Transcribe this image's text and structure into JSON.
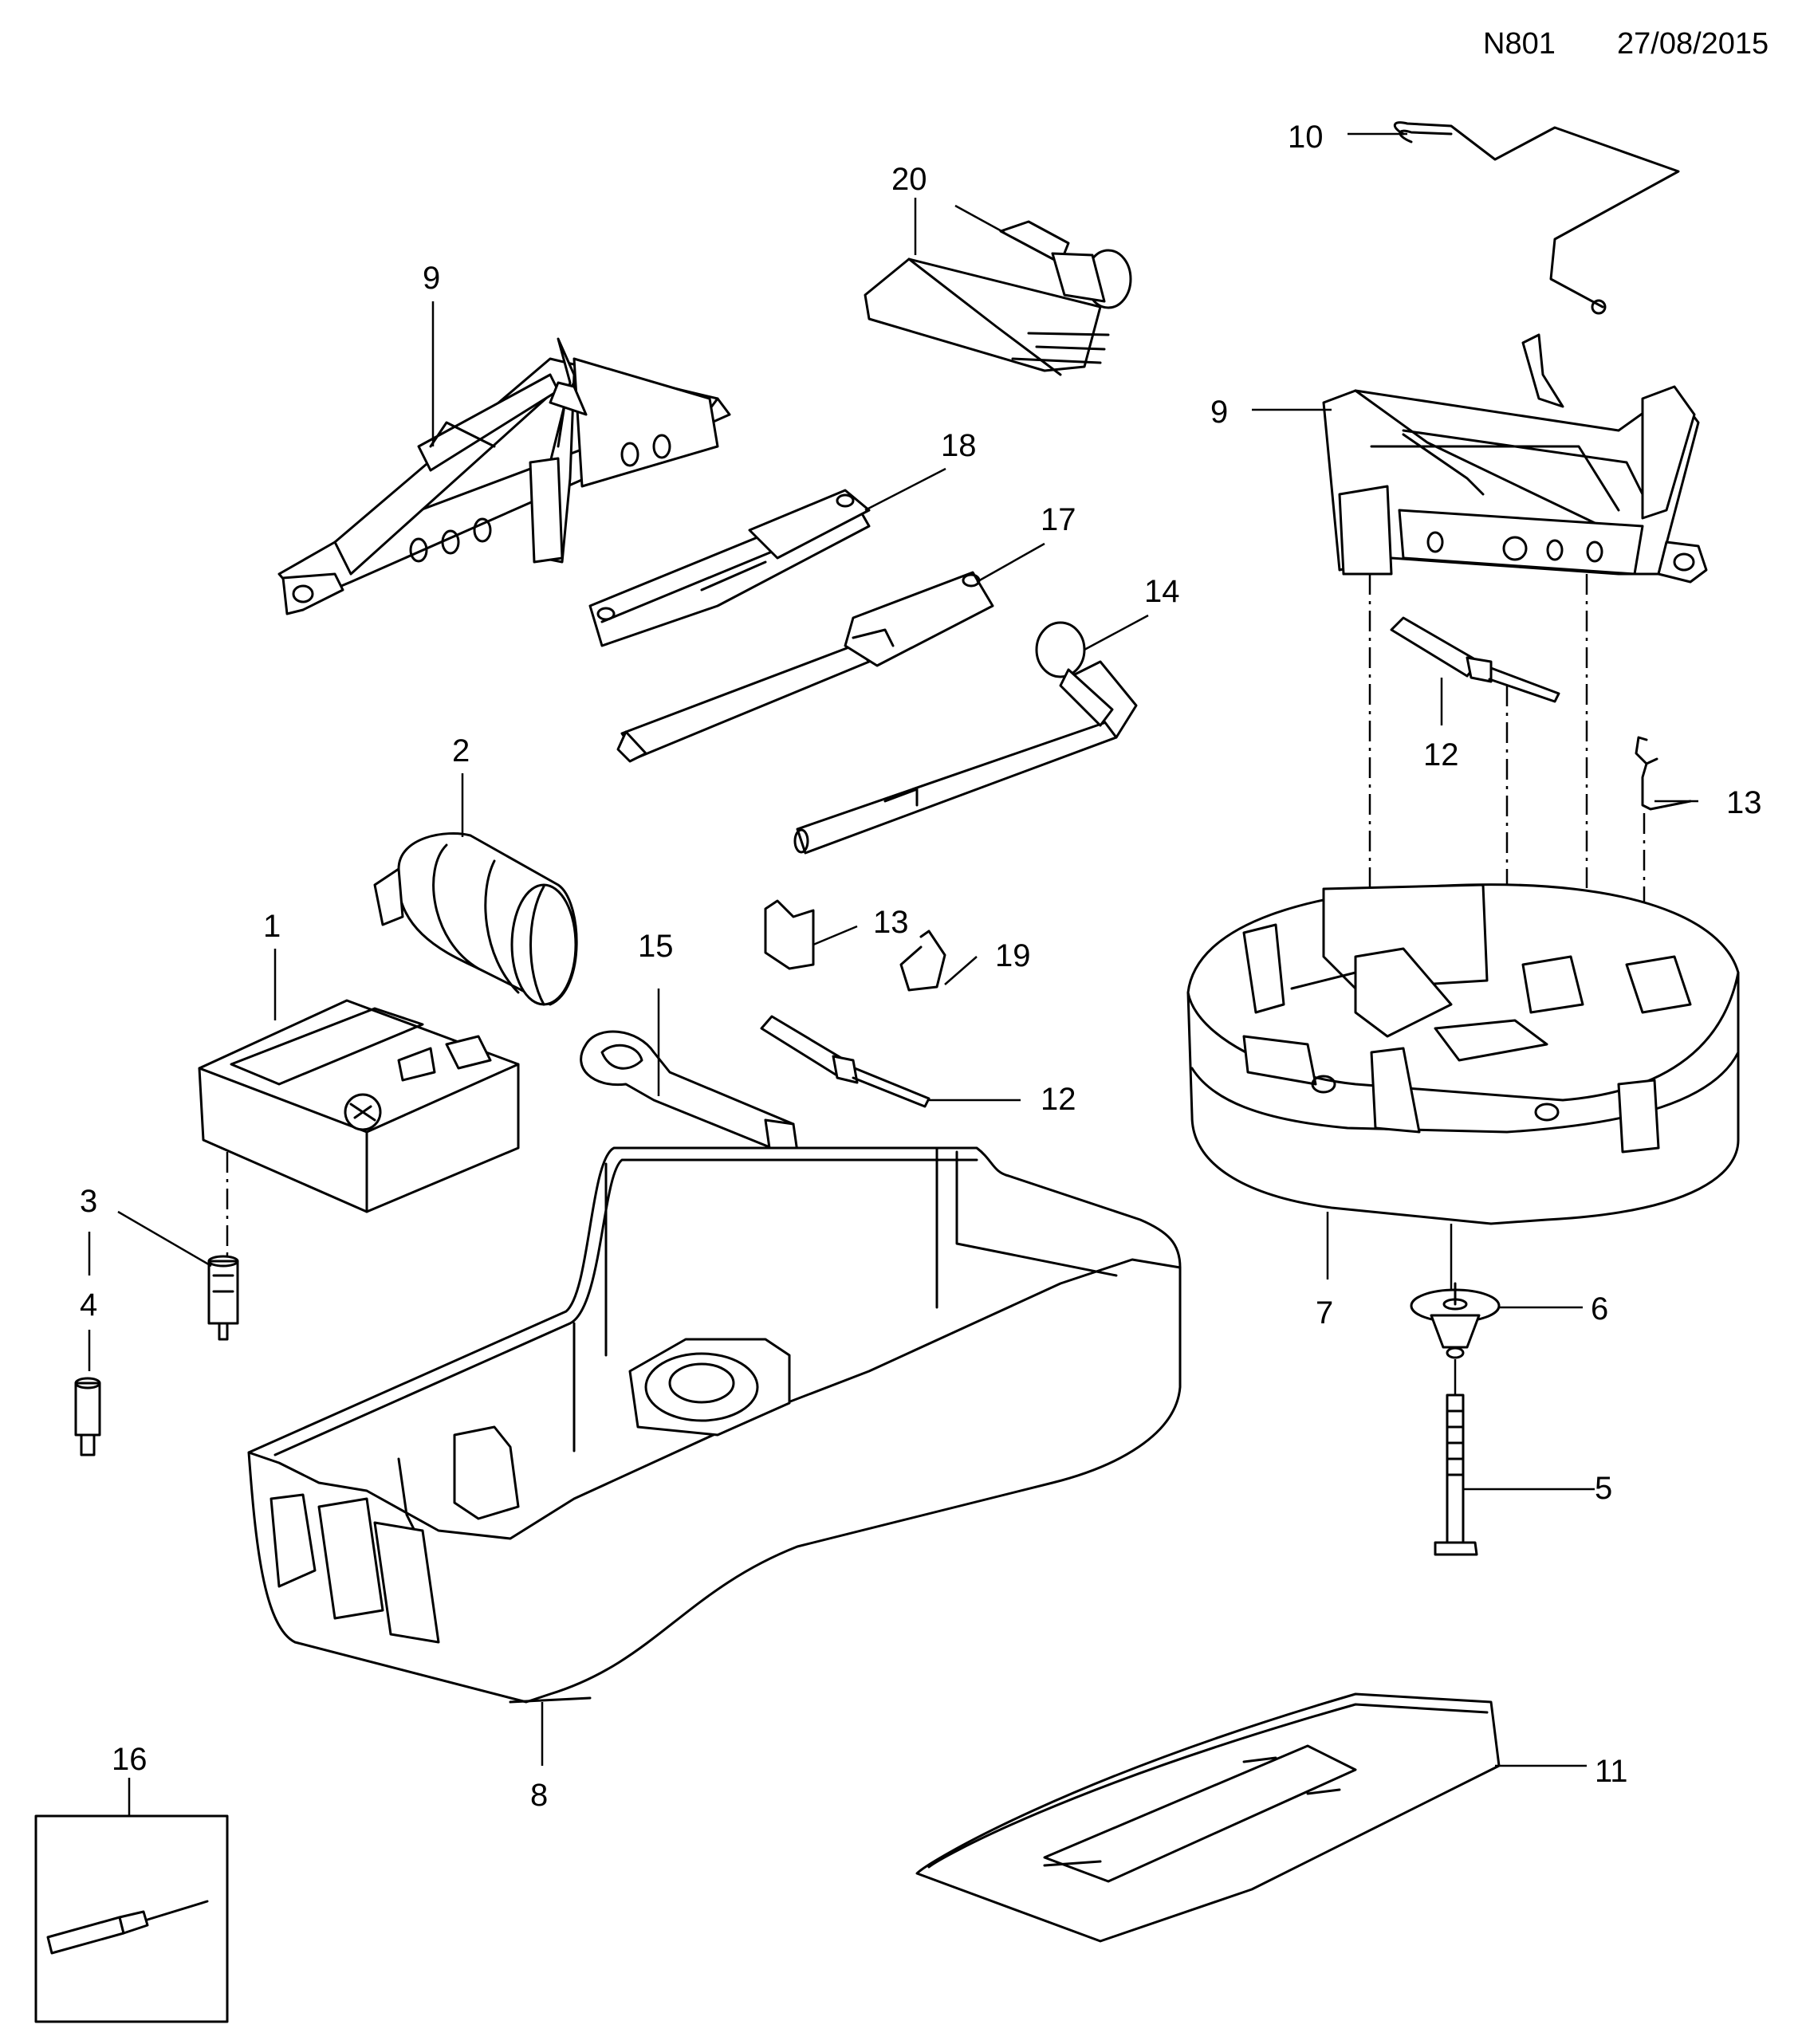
{
  "header": {
    "code": "N801",
    "date": "27/08/2015"
  },
  "callouts": {
    "c1": "1",
    "c2": "2",
    "c3": "3",
    "c4": "4",
    "c5": "5",
    "c6": "6",
    "c7": "7",
    "c8": "8",
    "c9a": "9",
    "c9b": "9",
    "c10": "10",
    "c11": "11",
    "c12a": "12",
    "c12b": "12",
    "c13a": "13",
    "c13b": "13",
    "c14": "14",
    "c15": "15",
    "c16": "16",
    "c17": "17",
    "c18": "18",
    "c19": "19",
    "c20": "20"
  },
  "parts": [
    {
      "ref": "1",
      "icon": "compressor-icon"
    },
    {
      "ref": "2",
      "icon": "sealant-bottle-icon"
    },
    {
      "ref": "3",
      "icon": "valve-adapter-icon"
    },
    {
      "ref": "4",
      "icon": "valve-cap-icon"
    },
    {
      "ref": "5",
      "icon": "bolt-icon"
    },
    {
      "ref": "6",
      "icon": "clamp-disc-icon"
    },
    {
      "ref": "7",
      "icon": "foam-insert-round-icon"
    },
    {
      "ref": "8",
      "icon": "storage-tray-icon"
    },
    {
      "ref": "9",
      "icon": "scissor-jack-icon"
    },
    {
      "ref": "10",
      "icon": "jack-crank-icon"
    },
    {
      "ref": "11",
      "icon": "floor-mat-icon"
    },
    {
      "ref": "12",
      "icon": "screwdriver-icon"
    },
    {
      "ref": "13",
      "icon": "retaining-clip-icon"
    },
    {
      "ref": "14",
      "icon": "wheel-wrench-icon"
    },
    {
      "ref": "15",
      "icon": "towing-eye-icon"
    },
    {
      "ref": "16",
      "icon": "valve-tool-icon"
    },
    {
      "ref": "17",
      "icon": "wrench-bag-icon"
    },
    {
      "ref": "18",
      "icon": "tool-holder-icon"
    },
    {
      "ref": "19",
      "icon": "wire-clip-icon"
    },
    {
      "ref": "20",
      "icon": "glove-and-bulb-icon"
    }
  ]
}
